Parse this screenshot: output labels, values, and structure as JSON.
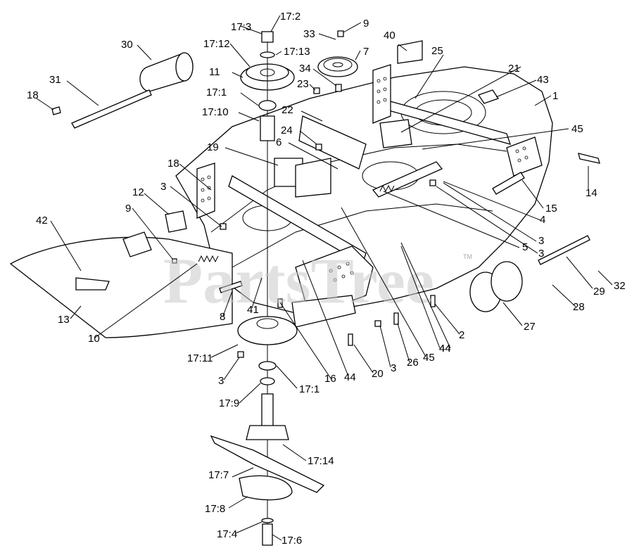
{
  "watermark": {
    "text": "PartsTree",
    "trademark": "TM"
  },
  "callouts": [
    "17:2",
    "17:3",
    "9",
    "33",
    "40",
    "30",
    "17:12",
    "17:13",
    "7",
    "25",
    "21",
    "34",
    "11",
    "43",
    "1",
    "31",
    "23",
    "18",
    "17:1",
    "22",
    "17:10",
    "24",
    "45",
    "6",
    "19",
    "18",
    "12",
    "3",
    "14",
    "15",
    "4",
    "9",
    "42",
    "3",
    "5",
    "3",
    "29",
    "32",
    "10",
    "41",
    "8",
    "28",
    "13",
    "44",
    "2",
    "27",
    "17:11",
    "3",
    "16",
    "44",
    "20",
    "3",
    "26",
    "45",
    "44",
    "17:9",
    "17:1",
    "17:14",
    "17:7",
    "17:8",
    "17:4",
    "17:6"
  ]
}
